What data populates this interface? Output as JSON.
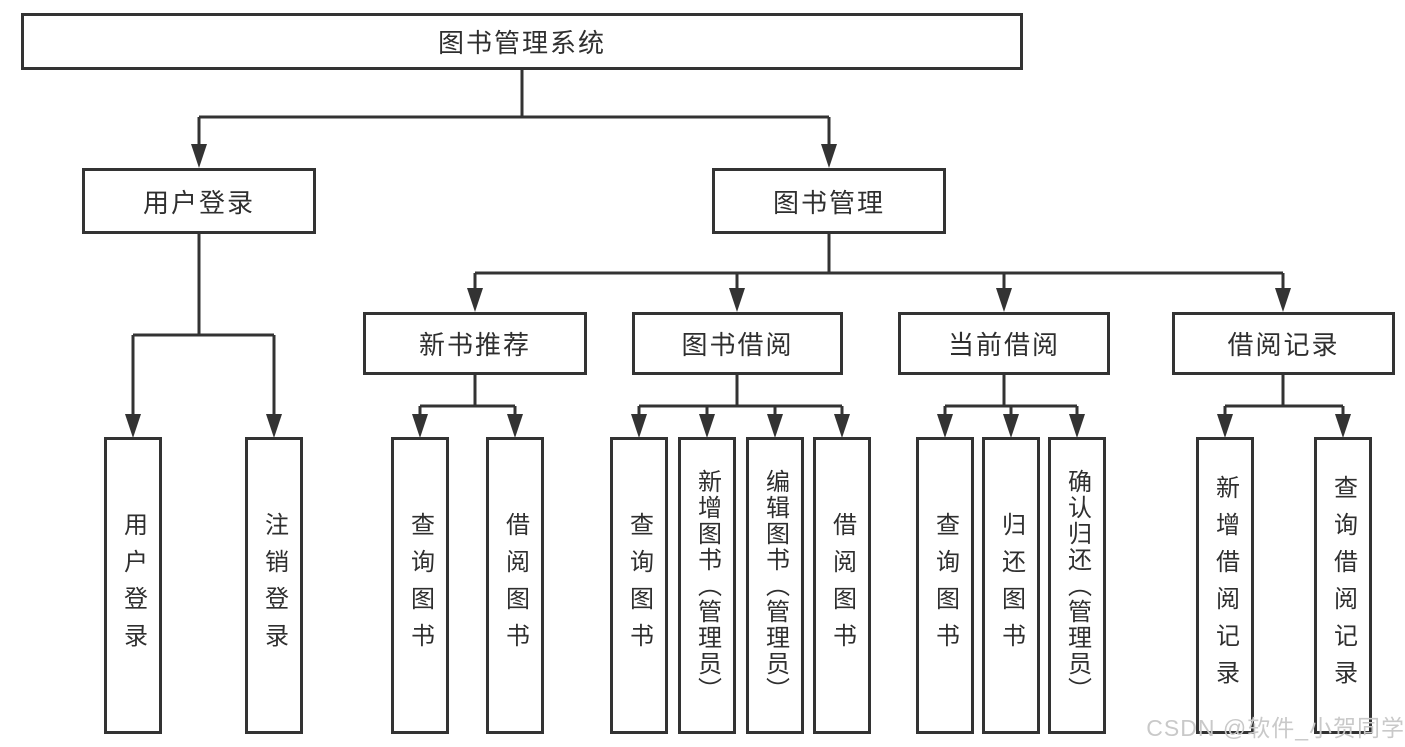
{
  "diagram_type": "tree",
  "tree": {
    "label": "图书管理系统",
    "children": [
      {
        "label": "用户登录",
        "children": [
          {
            "label": "用户登录"
          },
          {
            "label": "注销登录"
          }
        ]
      },
      {
        "label": "图书管理",
        "children": [
          {
            "label": "新书推荐",
            "children": [
              {
                "label": "查询图书"
              },
              {
                "label": "借阅图书"
              }
            ]
          },
          {
            "label": "图书借阅",
            "children": [
              {
                "label": "查询图书"
              },
              {
                "label": "新增图书（管理员）"
              },
              {
                "label": "编辑图书（管理员）"
              },
              {
                "label": "借阅图书"
              }
            ]
          },
          {
            "label": "当前借阅",
            "children": [
              {
                "label": "查询图书"
              },
              {
                "label": "归还图书"
              },
              {
                "label": "确认归还（管理员）"
              }
            ]
          },
          {
            "label": "借阅记录",
            "children": [
              {
                "label": "新增借阅记录"
              },
              {
                "label": "查询借阅记录"
              }
            ]
          }
        ]
      }
    ]
  },
  "watermark": {
    "text": "CSDN @软件_小贺同学"
  },
  "colors": {
    "line": "#333333",
    "box_border": "#333333",
    "text": "#2f2f2f",
    "background": "#ffffff",
    "watermark": "#c9c9c9"
  }
}
